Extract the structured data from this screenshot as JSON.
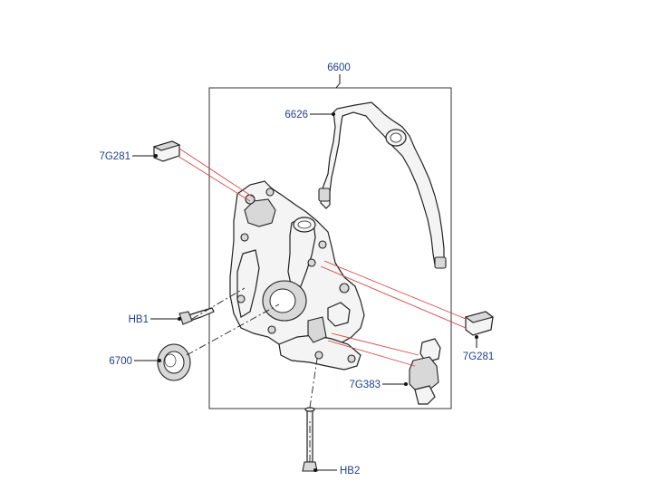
{
  "diagram": {
    "callouts": {
      "assembly": "6600",
      "gasket": "6626",
      "plug_top": "7G281",
      "plug_right": "7G281",
      "bolt_short": "HB1",
      "seal": "6700",
      "solenoid": "7G383",
      "bolt_long": "HB2"
    },
    "colors": {
      "callout_text": "#1f3f8f",
      "leader_line": "#111111",
      "reference_line": "#d04848",
      "part_outline": "#222222"
    }
  }
}
